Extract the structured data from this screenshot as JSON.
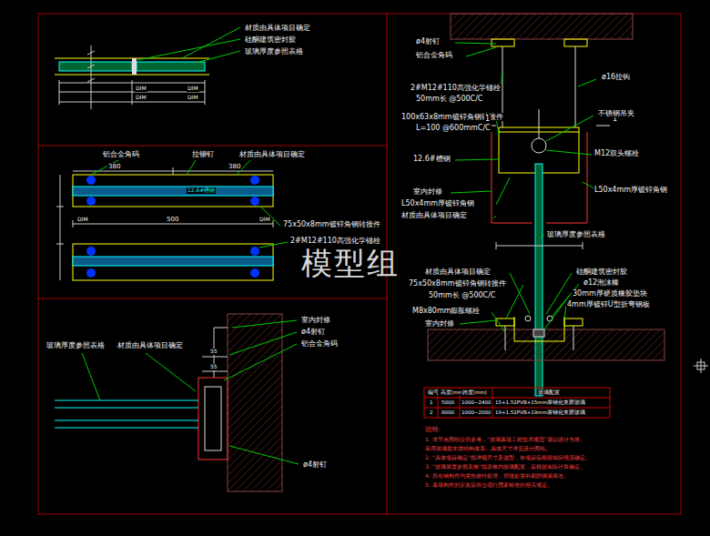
{
  "diagram": {
    "labels": [
      "材质由具体项目确定",
      "硅酮建筑密封胶",
      "玻璃厚度参照表格",
      "DIM",
      "DIM",
      "DIM",
      "DIM",
      "铝合金角码",
      "拉铆钉",
      "材质由具体项目确定",
      "380",
      "380",
      "12.6#槽钢",
      "DIM",
      "500",
      "DIM",
      "75x50x8mm镀锌角钢转接件",
      "2#M12#110高强化学锚栓",
      "模型组",
      "室内封修",
      "ø4射钉",
      "铝合金角码",
      "材质由具体项目确定",
      "玻璃厚度参照表格",
      "55",
      "55",
      "ø4射钉",
      "ø4射钉",
      "铝合金角码",
      "2#M12#110高强化学锚栓",
      "50mm长 @500C/C",
      "100x63x8mm镀锌角钢转接件",
      "L=100 @600mmC/C",
      "1",
      "1",
      "ø16拉钩",
      "不锈钢吊夹",
      "M12双头螺栓",
      "12.6#槽钢",
      "室内封修",
      "L50x4mm厚镀锌角钢",
      "材质由具体项目确定",
      "L50x4mm厚镀锌角钢",
      "玻璃厚度参照表格",
      "材质由具体项目确定",
      "75x50x8mm镀锌角钢转接件",
      "50mm长 @500C/C",
      "M8x80mm膨胀螺栓",
      "室内封修",
      "硅酮建筑密封胶",
      "ø12泡沫棒",
      "30mm厚硬质橡胶垫块",
      "4mm厚镀锌U型折弯钢板",
      "编号",
      "高度(mm)",
      "跨度(mm)",
      "玻璃配置",
      "1",
      "5000",
      "1000~2400",
      "15+1.52PVB+15mm厚钢化夹胶玻璃",
      "2",
      "8000",
      "1000~2000",
      "19+1.52PVB+19mm厚钢化夹胶玻璃",
      "说明:",
      "1. 本节点图纸仅供参考，“玻璃幕墙工程技术规范”请以设计为准。",
      "采用玻璃肋支撑结构体系，具体尺寸详见设计图纸。",
      "2. “具体项目确定”指详细尺寸及选型，各项目应根据实际情况确定。",
      "3. “玻璃厚度参照表格”指表格内玻璃配置，应根据实际计算确定。",
      "4. 所有钢构件均需热镀锌处理，焊缝处需补刷防锈漆两道。",
      "5. 幕墙构件的安装应符合现行国家标准的相关规定。"
    ]
  }
}
